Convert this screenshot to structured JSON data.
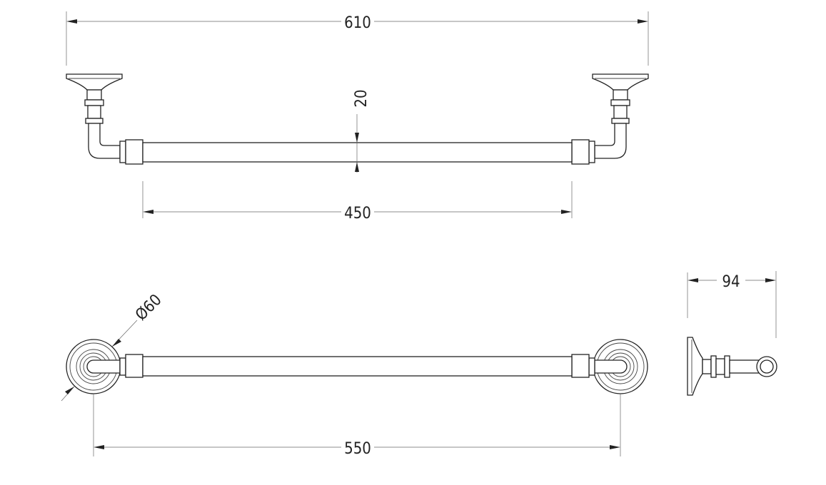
{
  "dimensions": {
    "overall_width": "610",
    "bar_diameter": "20",
    "bar_length": "450",
    "rose_diameter": "Ø60",
    "projection": "94",
    "centres": "550"
  }
}
